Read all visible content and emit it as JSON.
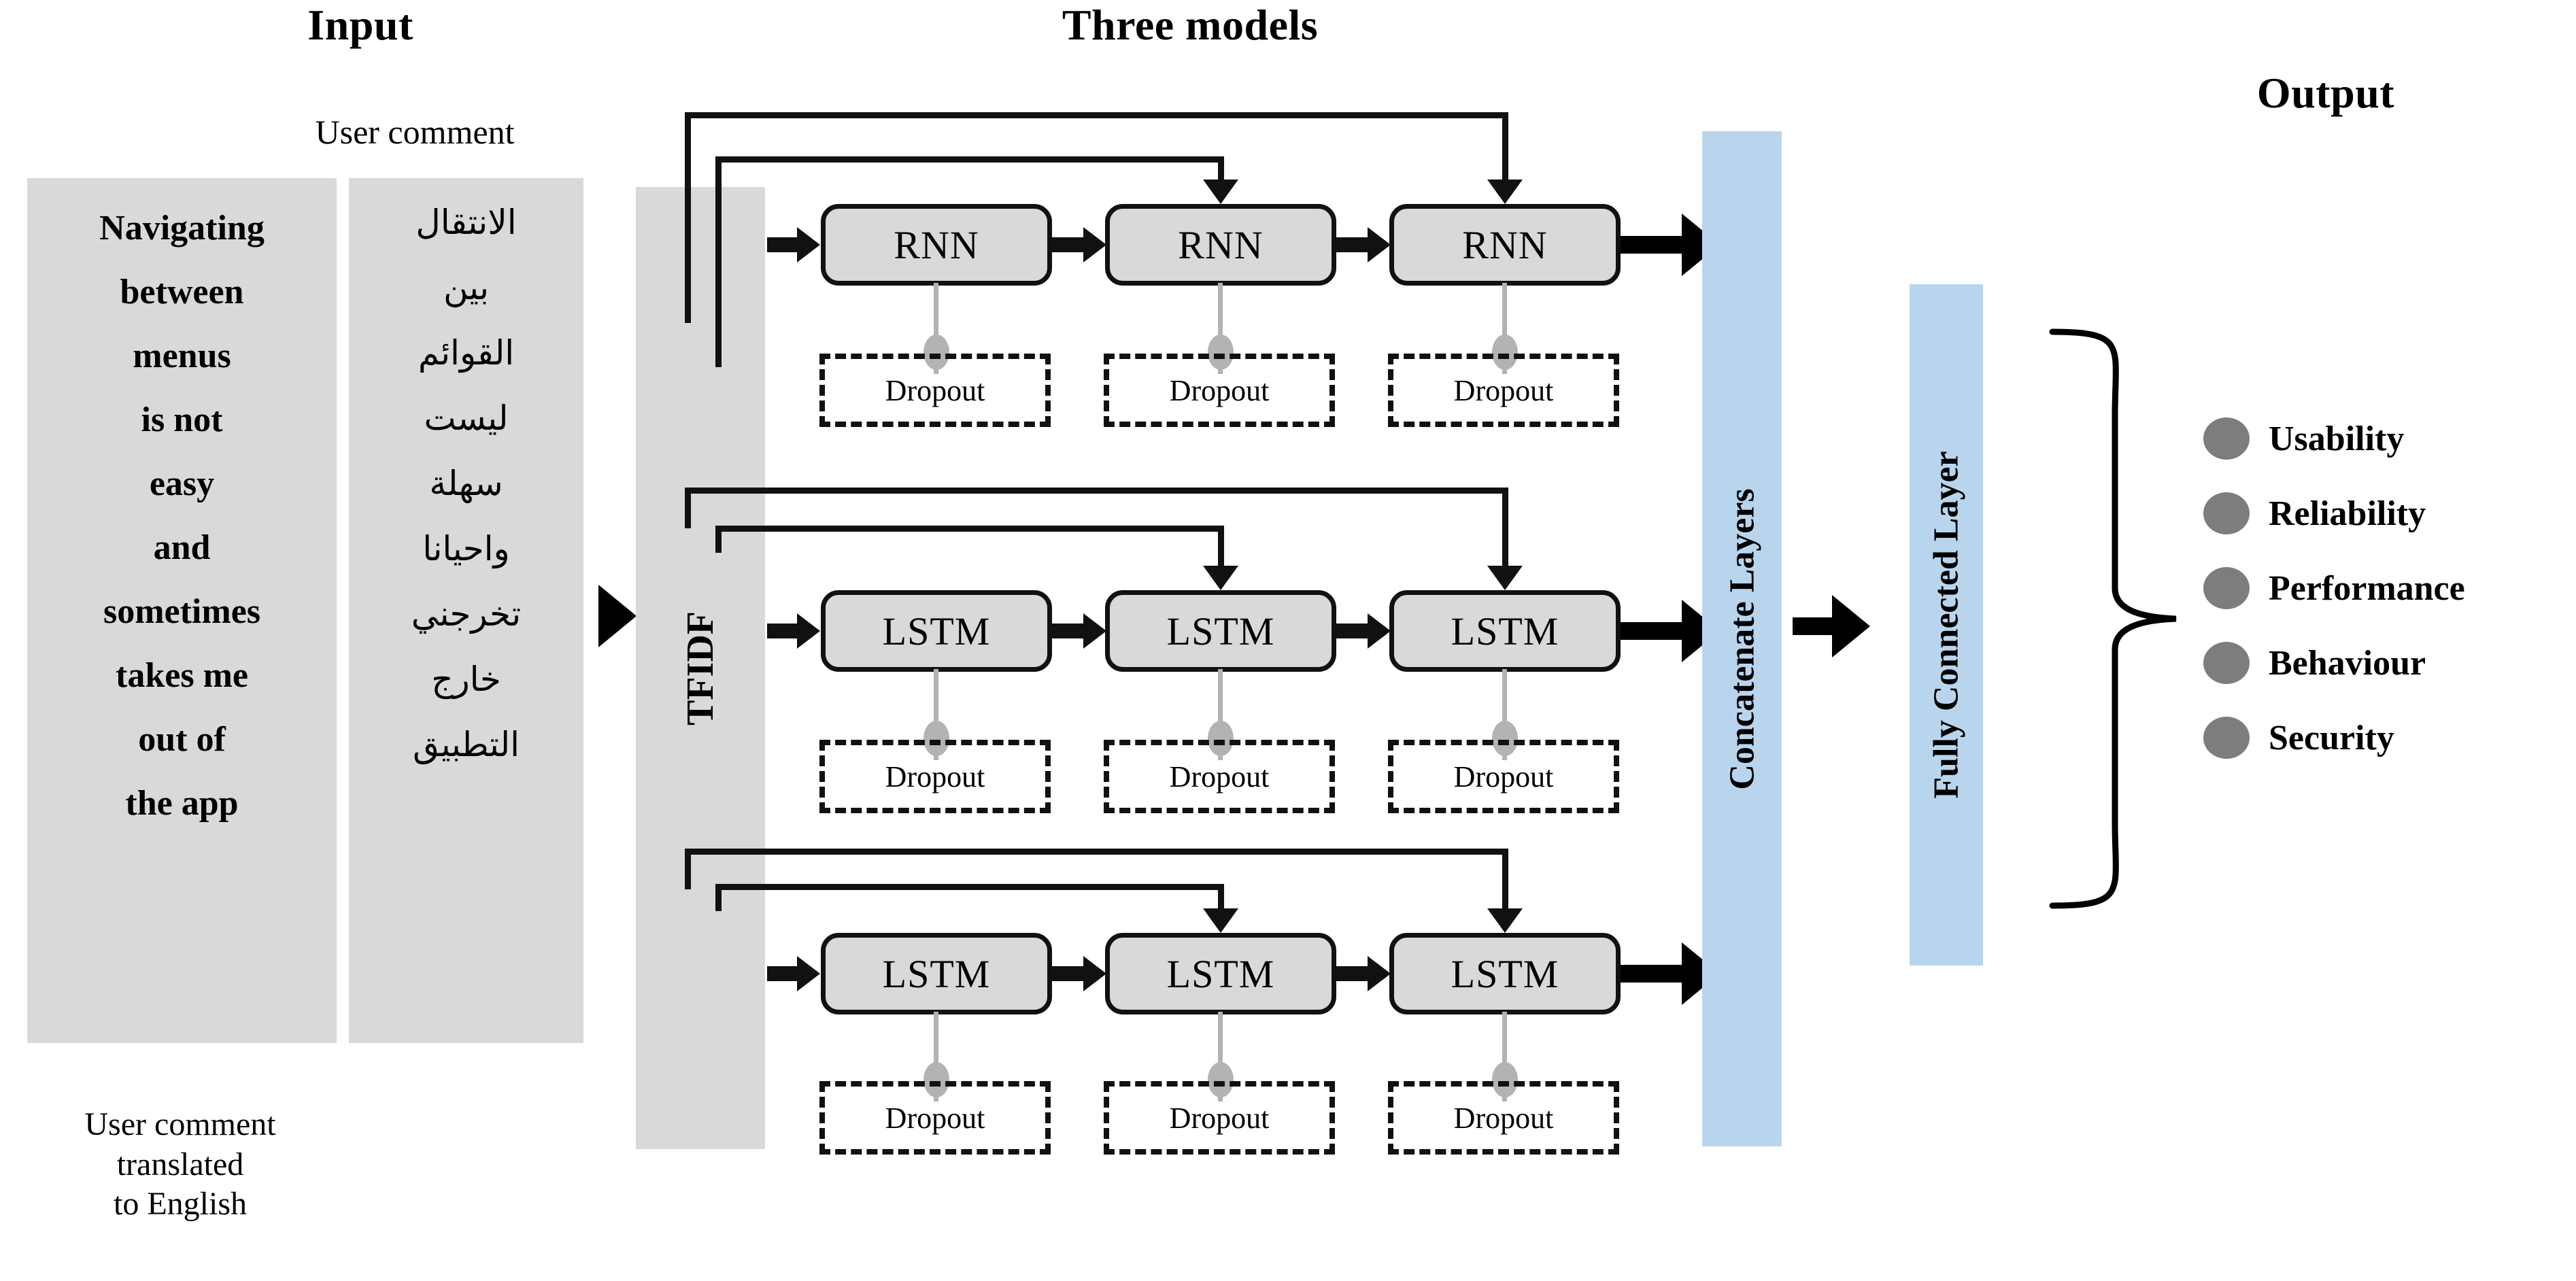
{
  "figure": {
    "type": "neural-network-architecture-diagram",
    "background_color": "#ffffff"
  },
  "colors": {
    "gray_panel": "#d9d9d9",
    "cell_fill": "#d9d9d9",
    "blue_layer": "#b9d5ee",
    "output_dot": "#7d7d7d",
    "dropout_stem": "#b3b3b3",
    "stroke": "#111111"
  },
  "headings": {
    "input": "Input",
    "three_models": "Three models",
    "output": "Output"
  },
  "input": {
    "user_comment_label": "User comment",
    "english_caption": [
      "User comment",
      "translated",
      "to English"
    ],
    "english_panel": {
      "lines": [
        "Navigating",
        "between",
        "menus",
        "is not",
        "easy",
        "and",
        "sometimes",
        "takes me",
        "out of",
        "the app"
      ]
    },
    "arabic_panel": {
      "lines": [
        "الانتقال",
        "بين",
        "القوائم",
        "ليست",
        "سهلة",
        "واحيانا",
        "تخرجني",
        "خارج",
        "التطبيق"
      ]
    }
  },
  "feature_extraction": {
    "label": "TFIDF"
  },
  "models": [
    {
      "id": "row-rnn",
      "cell_type": "RNN",
      "cells": [
        "RNN",
        "RNN",
        "RNN"
      ],
      "dropouts": [
        "Dropout",
        "Dropout",
        "Dropout"
      ]
    },
    {
      "id": "row-lstm-1",
      "cell_type": "LSTM",
      "cells": [
        "LSTM",
        "LSTM",
        "LSTM"
      ],
      "dropouts": [
        "Dropout",
        "Dropout",
        "Dropout"
      ]
    },
    {
      "id": "row-lstm-2",
      "cell_type": "LSTM",
      "cells": [
        "LSTM",
        "LSTM",
        "LSTM"
      ],
      "dropouts": [
        "Dropout",
        "Dropout",
        "Dropout"
      ]
    }
  ],
  "merge": {
    "concatenate_label": "Concatenate Layers",
    "fully_connected_label": "Fully Connected Layer"
  },
  "output": {
    "classes": [
      "Usability",
      "Reliability",
      "Performance",
      "Behaviour",
      "Security"
    ]
  }
}
